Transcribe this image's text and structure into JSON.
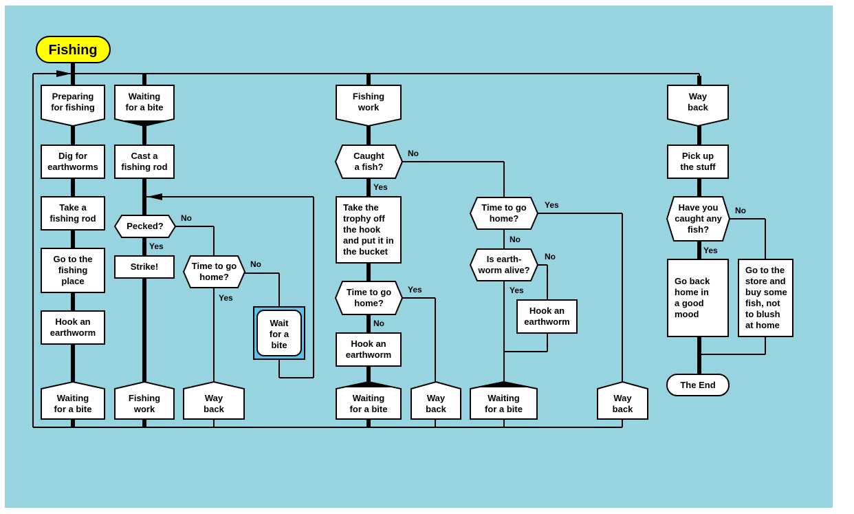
{
  "title": "Fishing",
  "colors": {
    "background": "#98d3e0",
    "title_fill": "#ffff00",
    "wait_frame": "#5bc1ea",
    "node_fill": "#ffffff",
    "line": "#000000"
  },
  "columns": {
    "col1": {
      "header": [
        "Preparing",
        "for fishing"
      ],
      "steps": [
        [
          "Dig for",
          "earthworms"
        ],
        [
          "Take a",
          "fishing rod"
        ],
        [
          "Go to the",
          "fishing",
          "place"
        ],
        [
          "Hook an",
          "earthworm"
        ]
      ],
      "footer": [
        "Waiting",
        "for a bite"
      ]
    },
    "col2": {
      "header": [
        "Waiting",
        "for a bite"
      ],
      "cast": [
        "Cast a",
        "fishing rod"
      ],
      "pecked": [
        "Pecked?"
      ],
      "strike": [
        "Strike!"
      ],
      "time_home": [
        "Time to go",
        "home?"
      ],
      "wait_bite": [
        "Wait",
        "for a",
        "bite"
      ],
      "footer_work": [
        "Fishing",
        "work"
      ],
      "footer_back": [
        "Way",
        "back"
      ]
    },
    "col3": {
      "header": [
        "Fishing",
        "work"
      ],
      "caught": [
        "Caught",
        "a fish?"
      ],
      "trophy": [
        "Take the",
        "trophy off",
        "the hook",
        "and put it in",
        "the bucket"
      ],
      "time_home": [
        "Time to go",
        "home?"
      ],
      "hook": [
        "Hook an",
        "earthworm"
      ],
      "footer_wait": [
        "Waiting",
        "for a bite"
      ],
      "footer_back": [
        "Way",
        "back"
      ],
      "time_home2": [
        "Time to go",
        "home?"
      ],
      "alive": [
        "Is earth-",
        "worm alive?"
      ],
      "hook2": [
        "Hook an",
        "earthworm"
      ],
      "footer_wait2": [
        "Waiting",
        "for a bite"
      ],
      "footer_back2": [
        "Way",
        "back"
      ]
    },
    "col4": {
      "header": [
        "Way",
        "back"
      ],
      "pickup": [
        "Pick up",
        "the stuff"
      ],
      "caught_any": [
        "Have you",
        "caught any",
        "fish?"
      ],
      "good_mood": [
        "Go back",
        "home in",
        "a good",
        "mood"
      ],
      "store": [
        "Go to the",
        "store and",
        "buy some",
        "fish, not",
        "to blush",
        "at home"
      ],
      "end": [
        "The End"
      ]
    }
  },
  "branch_labels": {
    "yes": "Yes",
    "no": "No"
  }
}
